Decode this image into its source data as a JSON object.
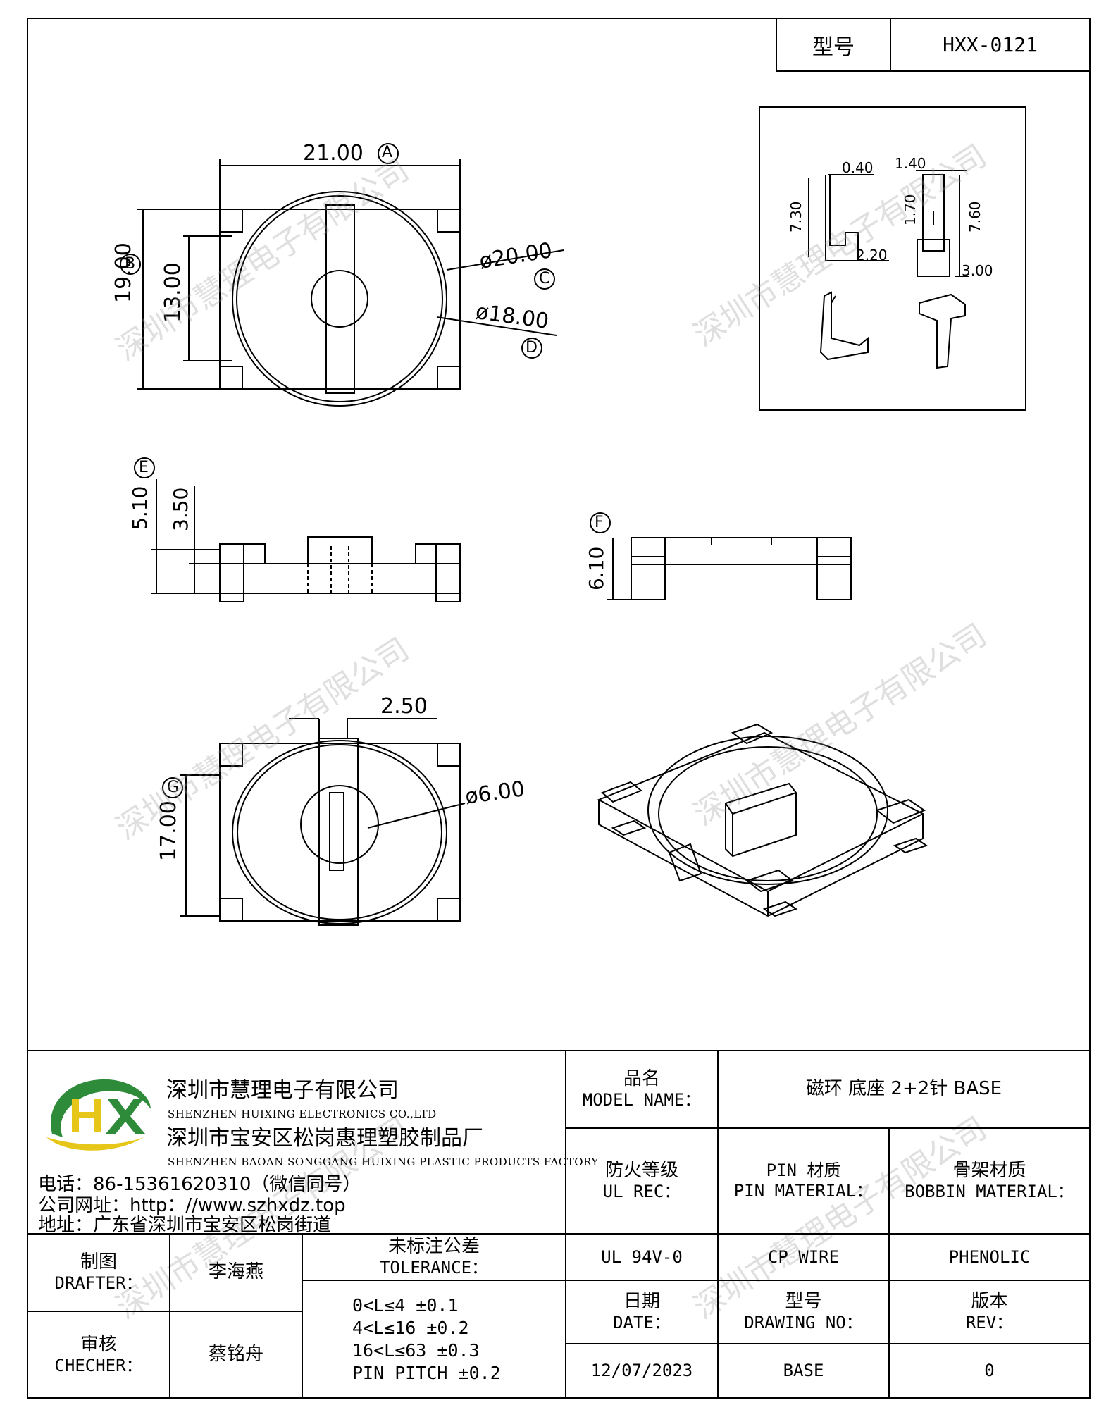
{
  "header": {
    "model_label": "型号",
    "model_value": "HXX-0121"
  },
  "dimensions": {
    "width_a": "21.00",
    "label_a": "A",
    "height_b": "19.00",
    "label_b": "B",
    "inner_13": "13.00",
    "dia_c": "ø20.00",
    "label_c": "C",
    "dia_d": "ø18.00",
    "label_d": "D",
    "side_510": "5.10",
    "side_350": "3.50",
    "label_e": "E",
    "side_610": "6.10",
    "label_f": "F",
    "top_250": "2.50",
    "dia_600": "ø6.00",
    "height_g": "17.00",
    "label_g": "G",
    "pin_040": "0.40",
    "pin_730": "7.30",
    "pin_220": "2.20",
    "pin_140": "1.40",
    "pin_170": "1.70",
    "pin_760": "7.60",
    "pin_300": "3.00"
  },
  "watermark": "深圳市慧理电子有限公司",
  "company": {
    "name_cn": "深圳市慧理电子有限公司",
    "name_en": "SHENZHEN HUIXING ELECTRONICS CO.,LTD",
    "factory_cn": "深圳市宝安区松岗惠理塑胶制品厂",
    "factory_en": "SHENZHEN BAOAN SONGGANG HUIXING PLASTIC PRODUCTS FACTORY",
    "phone": "电话：86-15361620310（微信同号）",
    "website": "公司网址：http：//www.szhxdz.top",
    "address": "地址：广东省深圳市宝安区松岗街道"
  },
  "title_block": {
    "model_name_cn": "品名",
    "model_name_en": "MODEL NAME：",
    "model_name_value": "磁环 底座 2+2针  BASE",
    "ul_cn": "防火等级",
    "ul_en": "UL REC：",
    "pin_mat_cn": "PIN 材质",
    "pin_mat_en": "PIN MATERIAL：",
    "bobbin_mat_cn": "骨架材质",
    "bobbin_mat_en": "BOBBIN MATERIAL：",
    "ul_value": "UL 94V-0",
    "pin_value": "CP WIRE",
    "bobbin_value": "PHENOLIC",
    "drafter_cn": "制图",
    "drafter_en": "DRAFTER：",
    "drafter_name": "李海燕",
    "checker_cn": "审核",
    "checker_en": "CHECHER：",
    "checker_name": "蔡铭舟",
    "tol_cn": "未标注公差",
    "tol_en": "TOLERANCE：",
    "tol_1": "0<L≤4  ±0.1",
    "tol_2": "4<L≤16 ±0.2",
    "tol_3": "16<L≤63 ±0.3",
    "tol_4": "PIN PITCH ±0.2",
    "date_cn": "日期",
    "date_en": "DATE：",
    "date_value": "12/07/2023",
    "drawing_cn": "型号",
    "drawing_en": "DRAWING NO：",
    "drawing_value": "BASE",
    "rev_cn": "版本",
    "rev_en": "REV：",
    "rev_value": "0"
  },
  "colors": {
    "logo_green": "#2e8b3a",
    "logo_yellow": "#e6c619",
    "watermark": "#969696"
  }
}
